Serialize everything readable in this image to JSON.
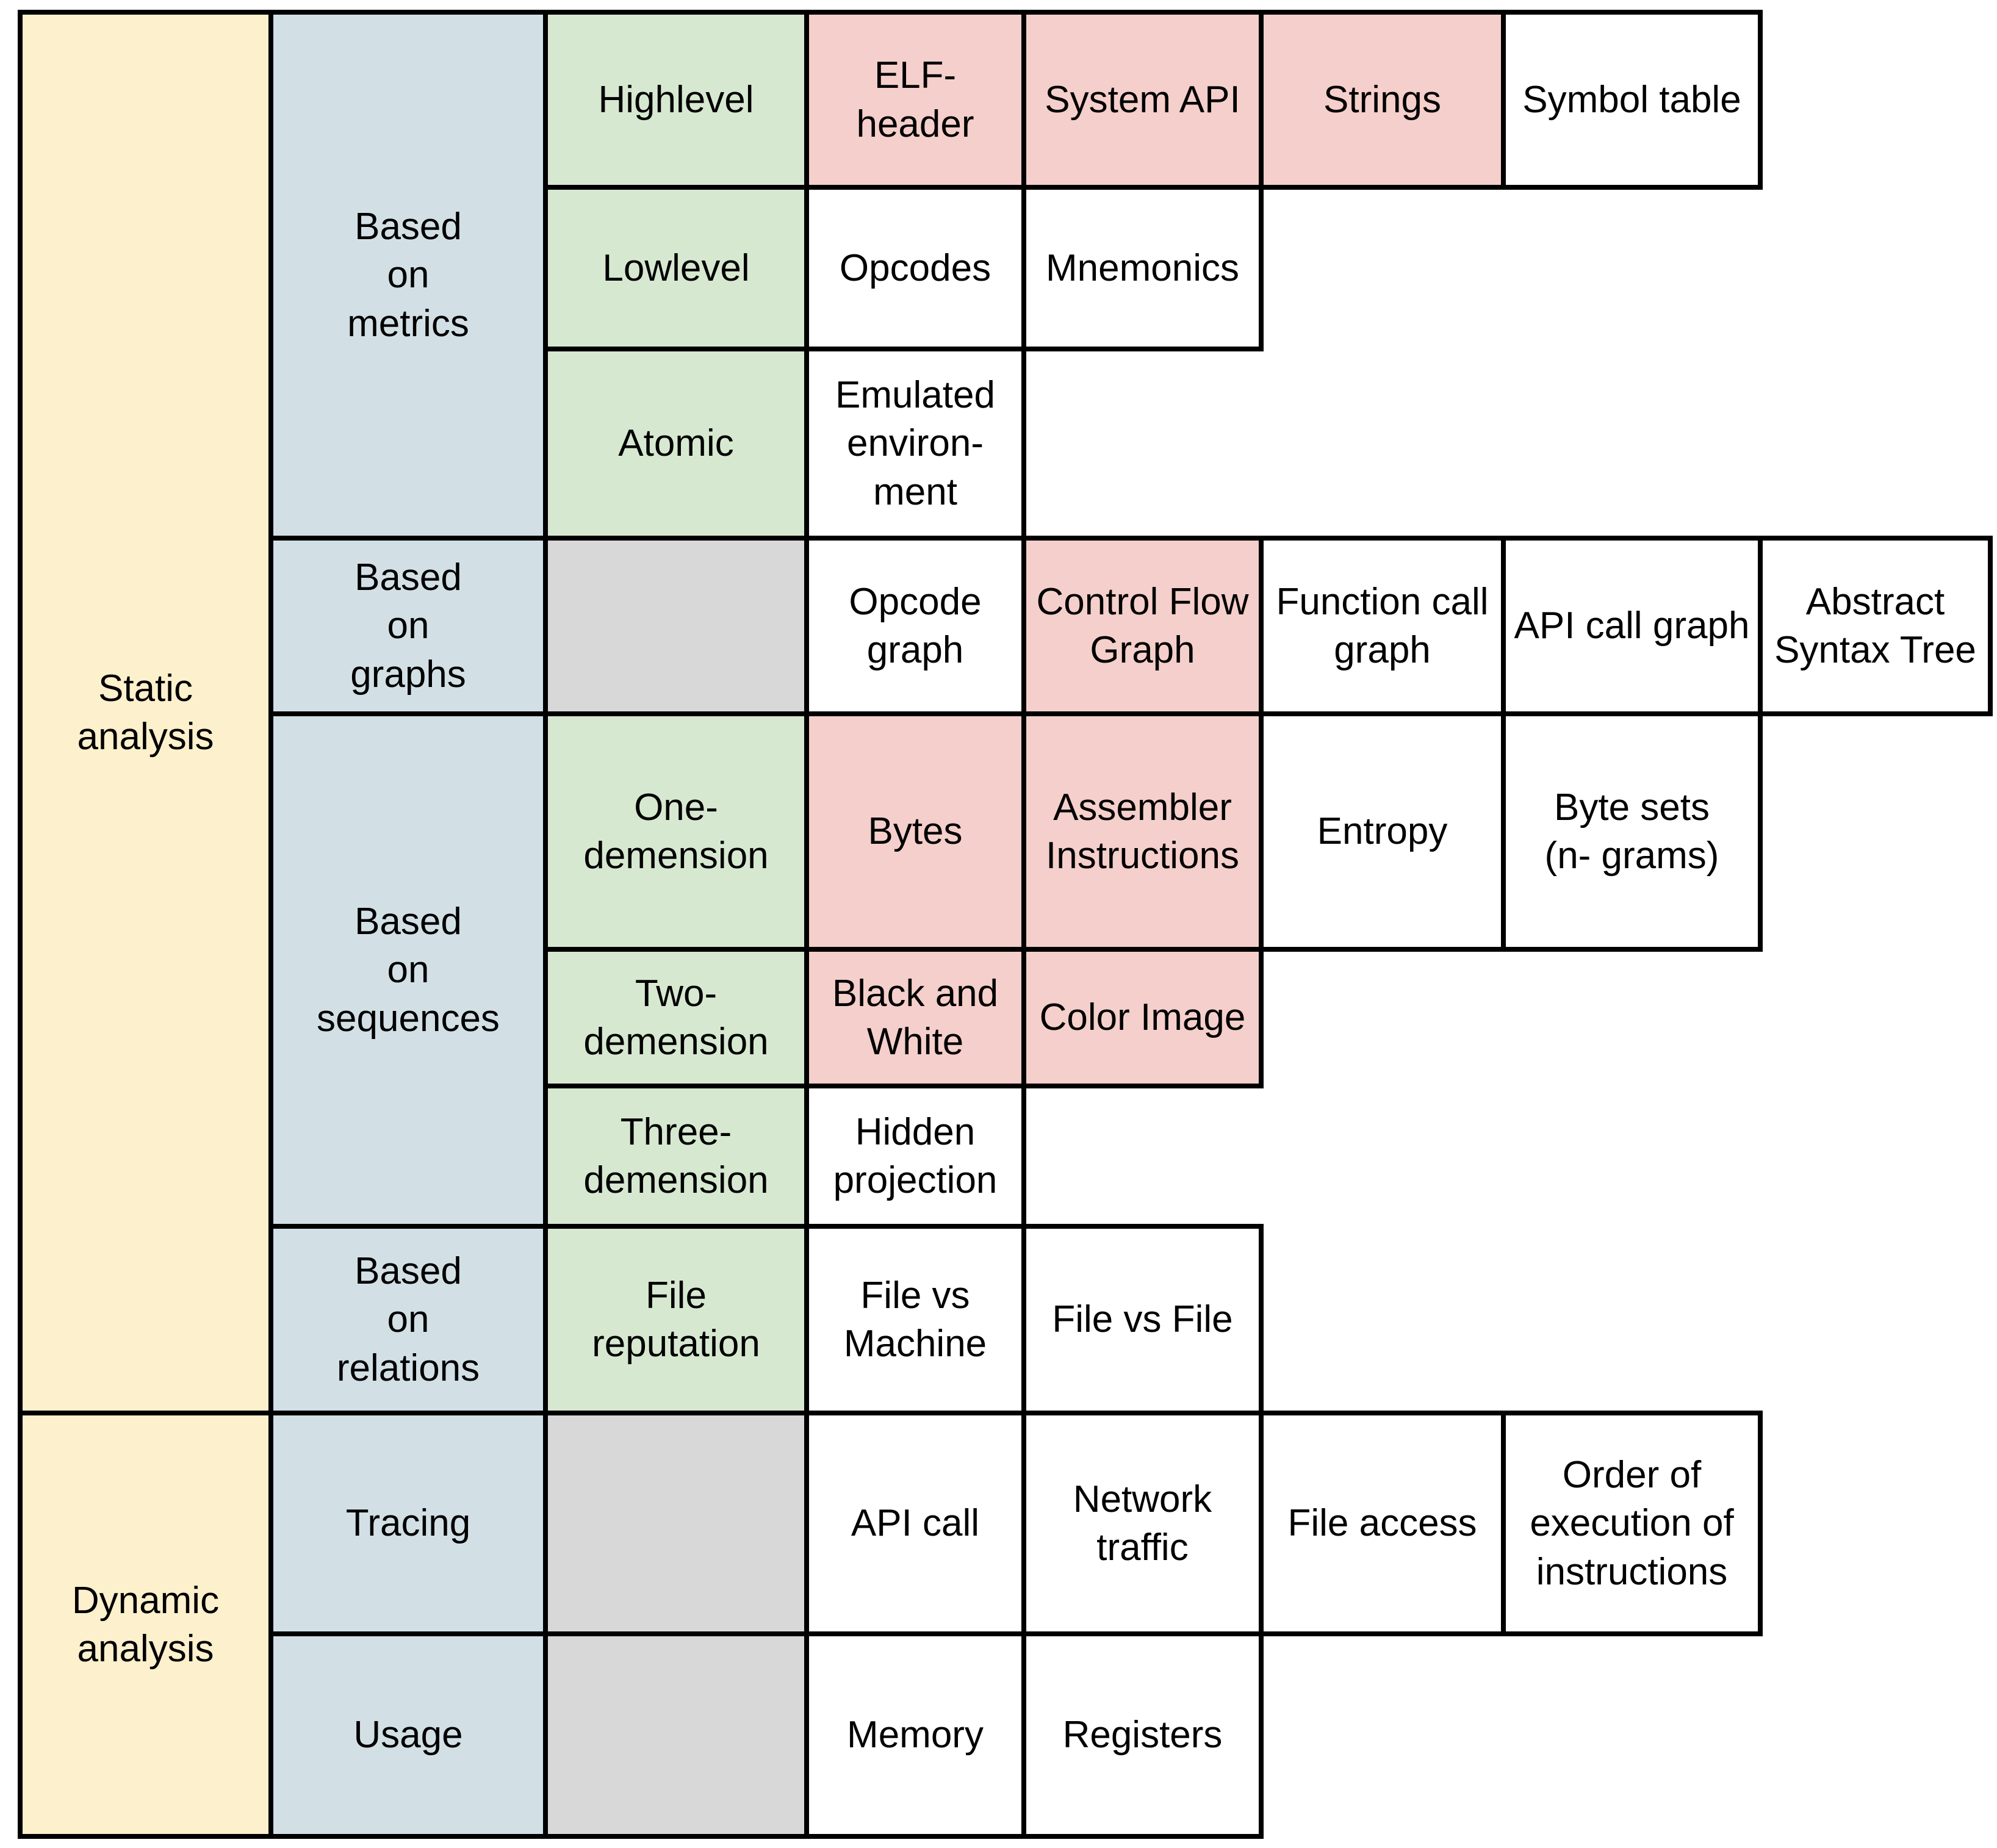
{
  "palette": {
    "analysis_type_yellow": "#FDF0CC",
    "category_blue": "#D2E0E6",
    "level_green": "#D7E8D1",
    "highlight_pink": "#F5CFCB",
    "empty_gray": "#D8D8D8",
    "border_black": "#000000",
    "feature_white": "#FFFFFF"
  },
  "labels": {
    "static_analysis": "Static\nanalysis",
    "dynamic_analysis": "Dynamic\nanalysis",
    "based_on_metrics": "Based\non\nmetrics",
    "based_on_graphs": "Based\non\ngraphs",
    "based_on_sequences": "Based\non\nsequences",
    "based_on_relations": "Based\non\nrelations",
    "tracing": "Tracing",
    "usage": "Usage",
    "highlevel": "Highlevel",
    "lowlevel": "Lowlevel",
    "atomic": "Atomic",
    "one_demension": "One-\ndemension",
    "two_demension": "Two-\ndemension",
    "three_demension": "Three-\ndemension",
    "file_reputation": "File\nreputation",
    "elf_header": "ELF-\nheader",
    "system_api": "System API",
    "strings": "Strings",
    "symbol_table": "Symbol table",
    "opcodes": "Opcodes",
    "mnemonics": "Mnemonics",
    "emulated_environment": "Emulated\nenviron-\nment",
    "opcode_graph": "Opcode\ngraph",
    "control_flow_graph": "Control Flow\nGraph",
    "function_call_graph": "Function call\ngraph",
    "api_call_graph": "API call graph",
    "abstract_syntax_tree": "Abstract\nSyntax Tree",
    "bytes": "Bytes",
    "assembler_instructions": "Assembler\nInstructions",
    "entropy": "Entropy",
    "byte_sets": "Byte sets\n(n- grams)",
    "black_and_white": "Black and\nWhite",
    "color_image": "Color Image",
    "hidden_projection": "Hidden\nprojection",
    "file_vs_machine": "File vs\nMachine",
    "file_vs_file": "File vs File",
    "api_call": "API call",
    "network_traffic": "Network\ntraffic",
    "file_access": "File access",
    "order_of_execution": "Order of\nexecution of\ninstructions",
    "memory": "Memory",
    "registers": "Registers"
  }
}
